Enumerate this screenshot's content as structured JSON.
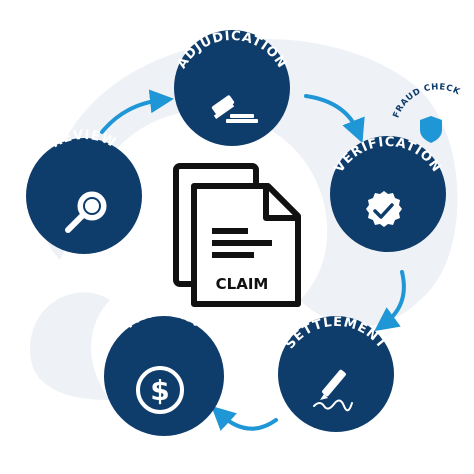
{
  "colors": {
    "navy": "#0f3d6b",
    "arrow": "#1f96d6",
    "background_shape": "#eef1f6",
    "document_outline": "#111111"
  },
  "center": {
    "document_label": "CLAIM",
    "icon": "document-stack-icon"
  },
  "steps": [
    {
      "id": "adjudication",
      "label": "ADJUDICATION",
      "icon": "gavel-icon"
    },
    {
      "id": "verification",
      "label": "VERIFICATION",
      "icon": "checkmark-badge-icon"
    },
    {
      "id": "settlement",
      "label": "SETTLEMENT",
      "icon": "pen-signature-icon"
    },
    {
      "id": "payment",
      "label": "PAYMENT",
      "icon": "dollar-coin-icon"
    },
    {
      "id": "review",
      "label": "REVIEW",
      "icon": "magnifying-glass-icon"
    }
  ],
  "fraud_check": {
    "label": "FRAUD CHECK",
    "icon": "shield-icon"
  }
}
